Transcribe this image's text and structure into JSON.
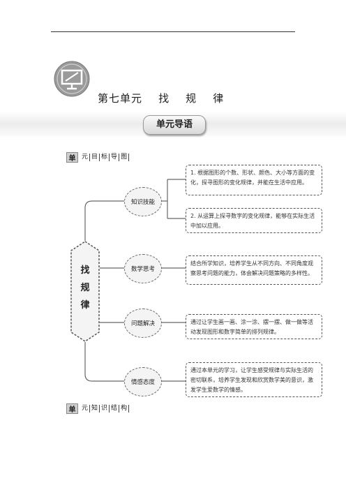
{
  "header": {
    "unit_title": "第七单元    找    规    律"
  },
  "guide": {
    "label": "单元导语"
  },
  "section_goals": {
    "badge": "单",
    "chars": [
      "元",
      "目",
      "标",
      "导",
      "图"
    ]
  },
  "section_structure": {
    "badge": "单",
    "chars": [
      "元",
      "知",
      "识",
      "结",
      "构"
    ]
  },
  "mindmap": {
    "root_chars": [
      "找",
      "规",
      "律"
    ],
    "nodes": [
      {
        "label": "知识技能"
      },
      {
        "label": "数学思考"
      },
      {
        "label": "问题解决"
      },
      {
        "label": "情感态度"
      }
    ],
    "boxes": [
      {
        "text": "1. 根据图形的个数、形状、颜色、大小等方面的变化，探寻图形的变化规律，并能在生活中应用。"
      },
      {
        "text": "2. 从运算上探寻数字的变化规律，能够在实际生活中加以应用。"
      },
      {
        "text": "结合所学知识，培养学生从不同方向、不同角度观察思考问题的能力，体会解决问题策略的多样性。"
      },
      {
        "text": "通过让学生画一画、涂一涂、摆一摆、做一做等活动发现图形和数字简单的排列规律。"
      },
      {
        "text": "通过本单元的学习，让学生感受规律与实际生活的密切联系，培养学生发现和欣赏数学美的意识，激发学生爱数学的情感。"
      }
    ]
  },
  "colors": {
    "icon_fill": "#9a9a9a",
    "node_fill": "#f4f4f4",
    "line": "#666666"
  }
}
